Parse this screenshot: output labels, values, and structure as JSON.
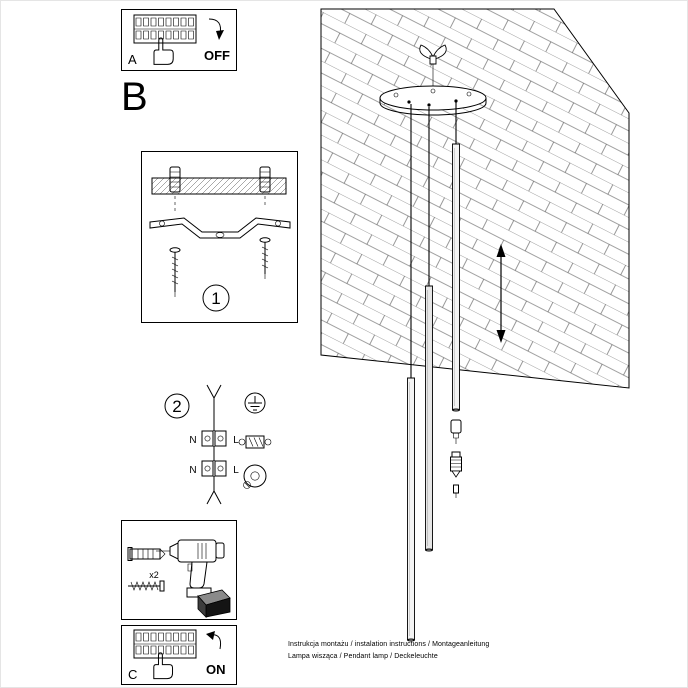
{
  "steps": {
    "a": {
      "label": "A",
      "state": "OFF"
    },
    "b": {
      "label": "B"
    },
    "mount": {
      "number": "1"
    },
    "wiring": {
      "number": "2",
      "neutral": "N",
      "live": "L"
    },
    "hardware": {
      "quantity": "x2"
    },
    "c": {
      "label": "C",
      "state": "ON"
    }
  },
  "footer": {
    "line1": "Instrukcja montażu / instalation instructions / Montageanleitung",
    "line2": "Lampa wisząca / Pendant lamp / Deckeleuchte"
  }
}
